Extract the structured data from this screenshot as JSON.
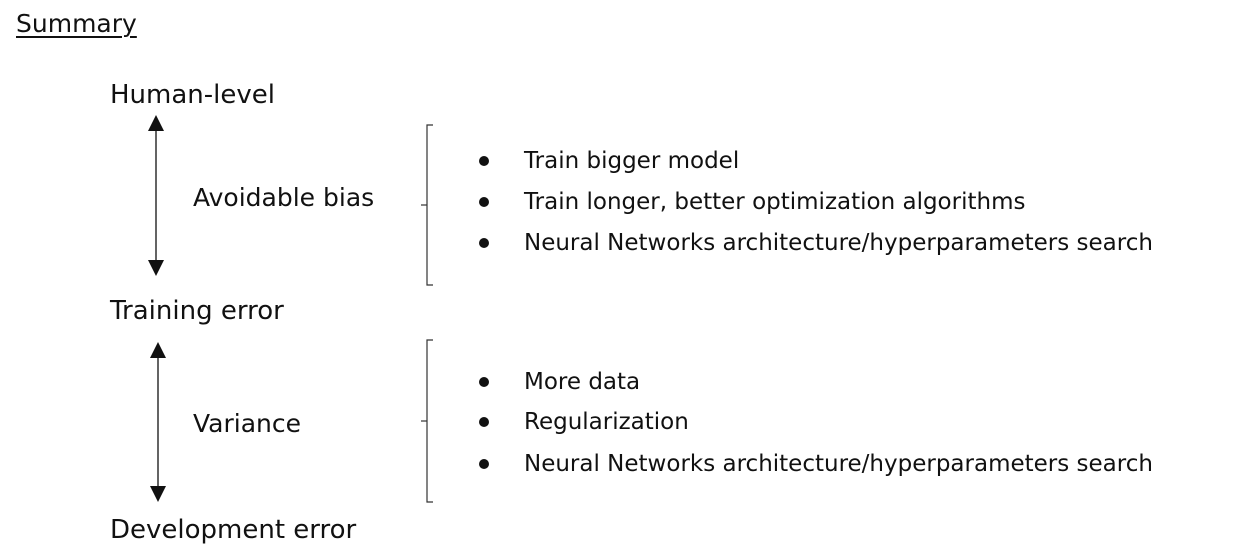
{
  "title": "Summary",
  "levels": {
    "human": "Human-level",
    "training": "Training error",
    "development": "Development error"
  },
  "gaps": [
    {
      "label": "Avoidable bias",
      "remedies": [
        "Train bigger model",
        "Train longer, better optimization algorithms",
        "Neural Networks architecture/hyperparameters search"
      ]
    },
    {
      "label": "Variance",
      "remedies": [
        "More data",
        "Regularization",
        "Neural Networks architecture/hyperparameters search"
      ]
    }
  ]
}
